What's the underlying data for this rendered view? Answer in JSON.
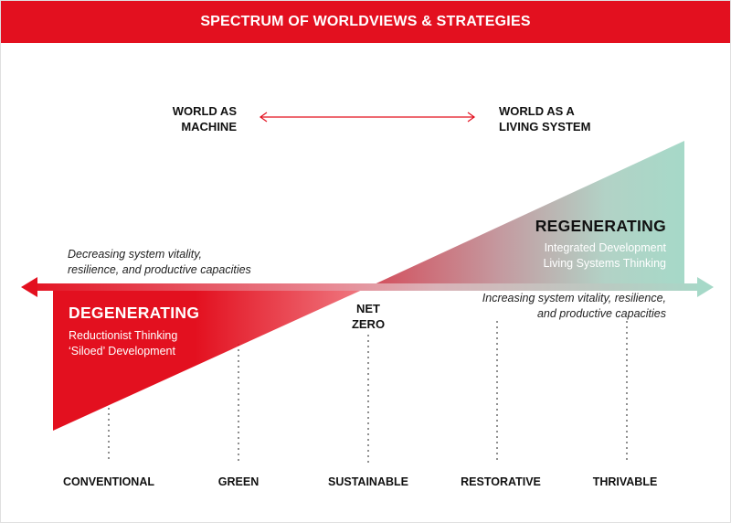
{
  "header": {
    "title": "SPECTRUM OF WORLDVIEWS & STRATEGIES"
  },
  "poles": {
    "left": [
      "WORLD AS",
      "MACHINE"
    ],
    "right": [
      "WORLD AS A",
      "LIVING SYSTEM"
    ]
  },
  "left_note": [
    "Decreasing system vitality,",
    "resilience, and productive capacities"
  ],
  "right_note": [
    "Increasing system vitality, resilience,",
    "and productive capacities"
  ],
  "degenerating": {
    "title": "DEGENERATING",
    "lines": [
      "Reductionist Thinking",
      "‘Siloed’ Development"
    ]
  },
  "regenerating": {
    "title": "REGENERATING",
    "lines": [
      "Integrated Development",
      "Living Systems Thinking"
    ]
  },
  "net_zero": [
    "NET",
    "ZERO"
  ],
  "stages": [
    "CONVENTIONAL",
    "GREEN",
    "SUSTAINABLE",
    "RESTORATIVE",
    "THRIVABLE"
  ],
  "colors": {
    "red": "#e3101f",
    "mint": "#a6d9c8",
    "white": "#ffffff",
    "dark": "#111111"
  }
}
